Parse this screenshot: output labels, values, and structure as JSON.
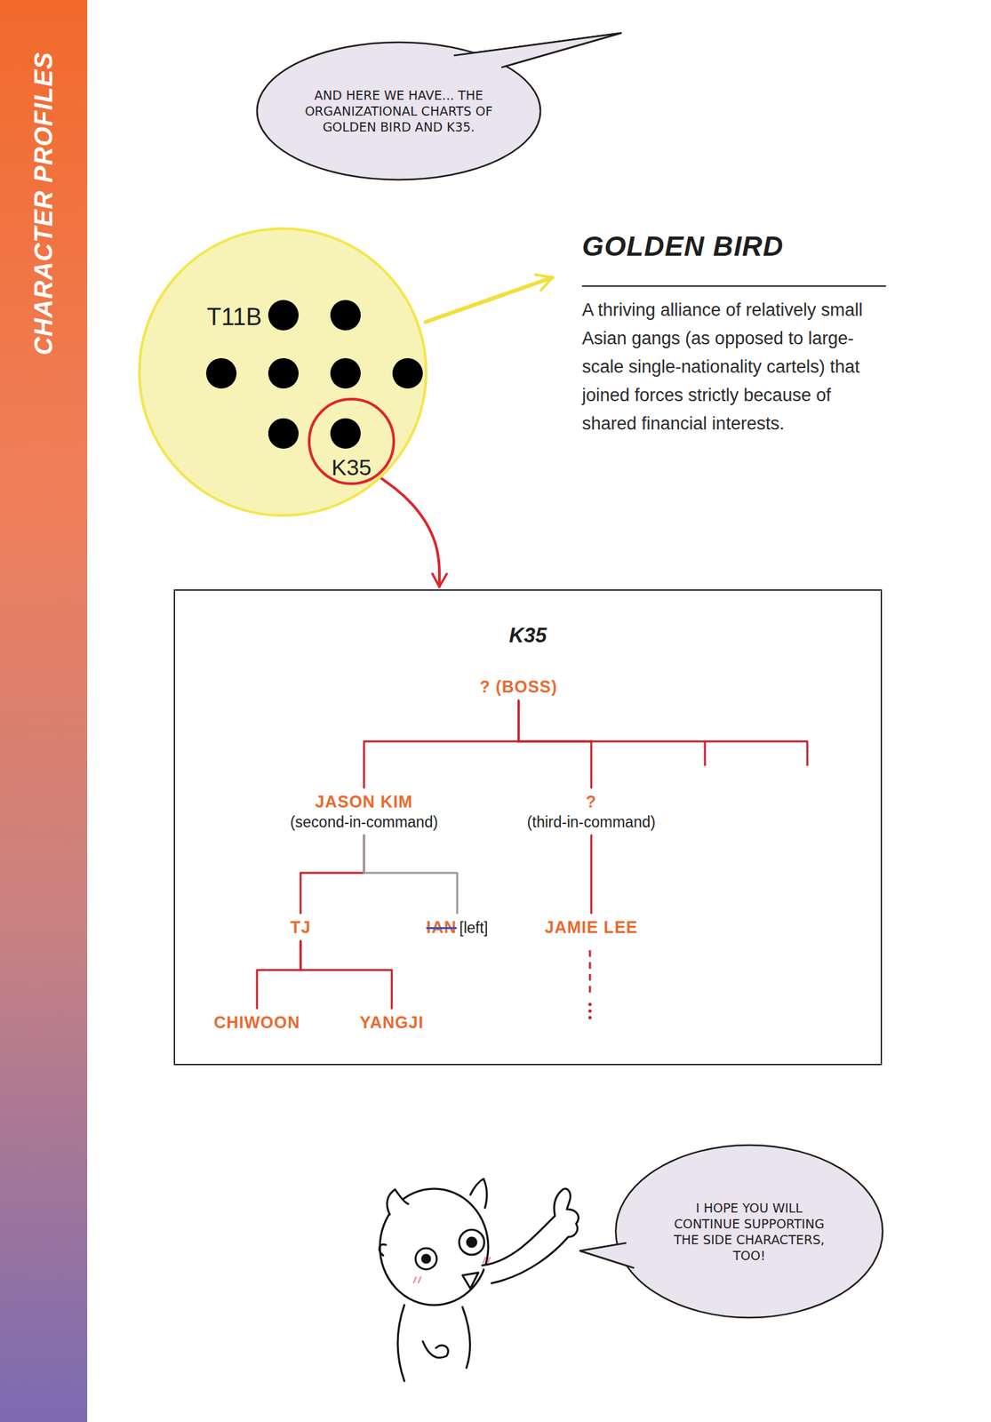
{
  "diagram": {
    "nodes": [
      {
        "text": [
          "AND HERE WE HAVE... THE ORGANIZATIONAL CHARTS OF GOLDEN BIRD AND K35."
        ]
      },
      {
        "text": [
          "T11B"
        ]
      },
      {
        "text": [
          "K35"
        ],
        "in": 1
      },
      {
        "text": [
          "GOLDEN BIRD",
          "A thriving alliance of relatively small Asian gangs (as opposed to large-scale single-nationality cartels) that joined forces strictly because of shared financial interests."
        ]
      },
      {
        "text": [
          "K35"
        ]
      },
      {
        "text": [
          "? (BOSS)"
        ],
        "in": 4
      },
      {
        "text": [
          "JASON KIM",
          "(second-in-command)"
        ],
        "in": 4
      },
      {
        "text": [
          "?",
          "(third-in-command)"
        ],
        "in": 4
      },
      {
        "text": [
          "TJ"
        ],
        "in": 4
      },
      {
        "text": [
          "IAN",
          "[left]"
        ],
        "in": 4
      },
      {
        "text": [
          "JAMIE LEE"
        ],
        "in": 4
      },
      {
        "text": [
          "CHIWOON"
        ],
        "in": 4
      },
      {
        "text": [
          "YANGJI"
        ],
        "in": 4
      },
      {
        "text": [
          "I HOPE YOU WILL CONTINUE SUPPORTING THE SIDE CHARACTERS, TOO!"
        ]
      }
    ],
    "edges": [
      {
        "from": 1,
        "to": 3,
        "arrow": "to"
      },
      {
        "from": 2,
        "to": 4,
        "arrow": "to"
      },
      {
        "from": 5,
        "to": 6,
        "arrow": "none"
      },
      {
        "from": 5,
        "to": 7,
        "arrow": "none"
      },
      {
        "from": 6,
        "to": 8,
        "arrow": "none"
      },
      {
        "from": 6,
        "to": 9,
        "arrow": "none"
      },
      {
        "from": 7,
        "to": 10,
        "arrow": "none"
      },
      {
        "from": 8,
        "to": 11,
        "arrow": "none"
      },
      {
        "from": 8,
        "to": 12,
        "arrow": "none"
      }
    ],
    "labels": [
      "CHARACTER PROFILES"
    ]
  }
}
